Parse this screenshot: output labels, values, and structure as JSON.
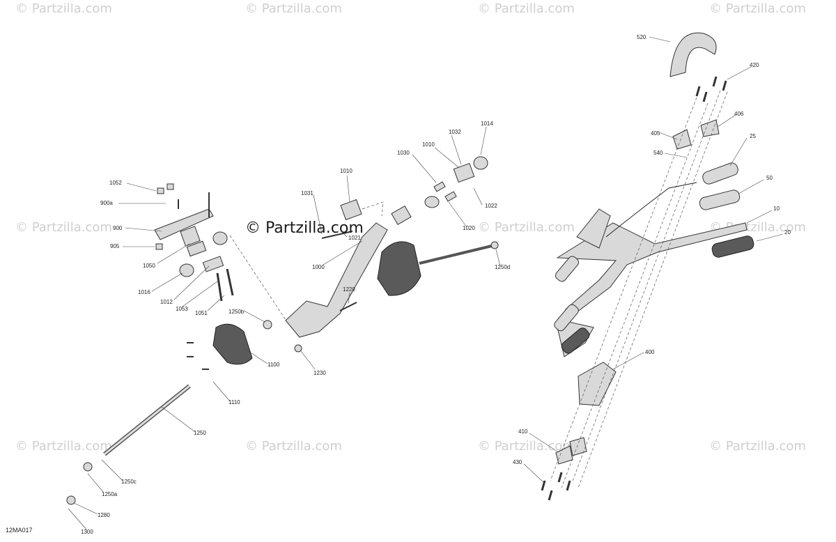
{
  "watermarks": [
    "© Partzilla.com"
  ],
  "center_watermark": "© Partzilla.com",
  "diagram_code": "12MA017",
  "callouts": [
    "1052",
    "900a",
    "900",
    "905",
    "1050",
    "1016",
    "1012",
    "1053",
    "1051",
    "1250b",
    "1031",
    "1010",
    "1030",
    "1032",
    "1014",
    "1010",
    "1021",
    "1022",
    "1020",
    "1000",
    "1250d",
    "1220",
    "1230",
    "1100",
    "1110",
    "1250",
    "1250c",
    "1250a",
    "1280",
    "1300",
    "520",
    "420",
    "406",
    "405",
    "540",
    "25",
    "50",
    "10",
    "20",
    "400",
    "410",
    "430"
  ]
}
